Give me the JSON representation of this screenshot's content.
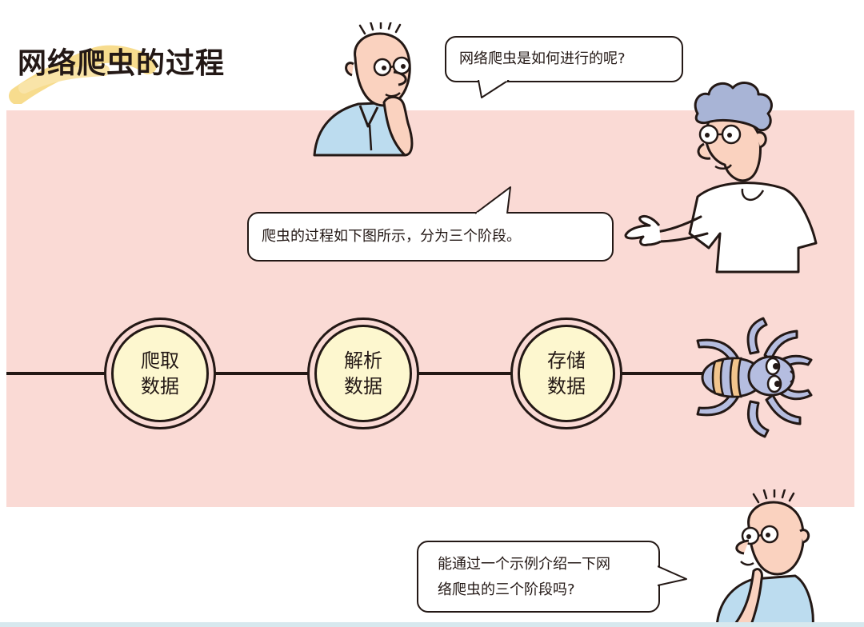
{
  "page_title": "网络爬虫的过程",
  "bubbles": {
    "question_1": "网络爬虫是如何进行的呢?",
    "answer_1": "爬虫的过程如下图所示，分为三个阶段。",
    "question_2_line_1": "能通过一个示例介绍一下网",
    "question_2_line_2": "络爬虫的三个阶段吗?"
  },
  "steps": [
    {
      "line_1": "爬取",
      "line_2": "数据"
    },
    {
      "line_1": "解析",
      "line_2": "数据"
    },
    {
      "line_1": "存储",
      "line_2": "数据"
    }
  ],
  "icons": [
    "bald-man-thinking-figure",
    "curly-hair-man-pointing-figure",
    "spider-icon",
    "bald-man-thinking-figure-bottom"
  ],
  "colors": {
    "band": "#fadad5",
    "step_fill": "#fdf7cf",
    "title_highlight": "#f7dc8e",
    "shirt_blue": "#bcdcef",
    "hair_blue": "#a8b4d6",
    "spider_body": "#b5bde0",
    "spider_stripe": "#f2c48d",
    "ink": "#231815"
  }
}
